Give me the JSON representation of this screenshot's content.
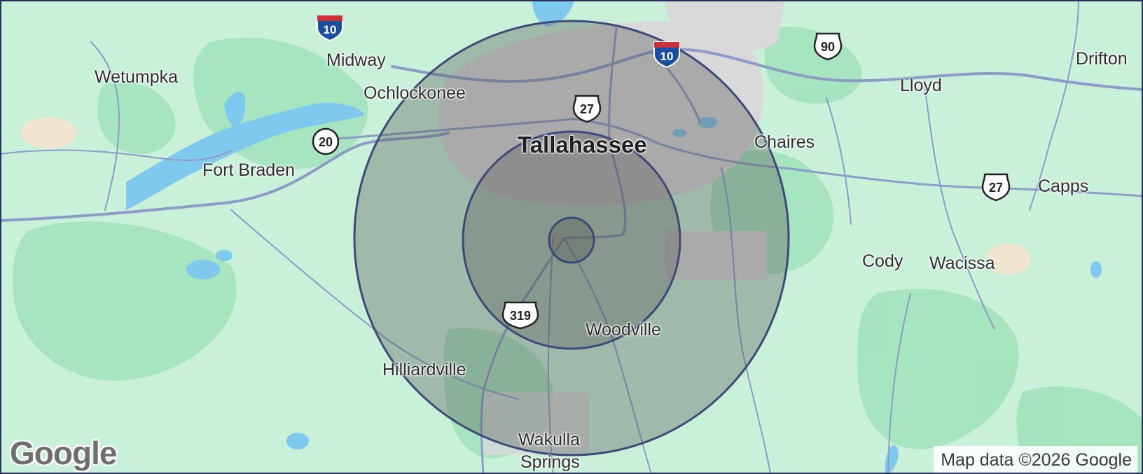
{
  "map": {
    "colors": {
      "land": "#c9f1d9",
      "forest": "#a3e3bd",
      "urban": "#d9d9d9",
      "water": "#7fc9ee",
      "road": "#8c9bc7",
      "interstate_red": "#c8323a",
      "interstate_blue": "#1a4fa0",
      "radius_fill": "#555555",
      "radius_stroke": "#3d4a78"
    },
    "places": [
      {
        "name": "Wetumpka"
      },
      {
        "name": "Midway"
      },
      {
        "name": "Ochlockonee"
      },
      {
        "name": "Fort Braden"
      },
      {
        "name": "Tallahassee"
      },
      {
        "name": "Chaires"
      },
      {
        "name": "Lloyd"
      },
      {
        "name": "Drifton"
      },
      {
        "name": "Capps"
      },
      {
        "name": "Cody"
      },
      {
        "name": "Wacissa"
      },
      {
        "name": "Woodville"
      },
      {
        "name": "Hilliardville"
      },
      {
        "name": "Wakulla"
      },
      {
        "name": "Springs"
      }
    ],
    "shields": [
      {
        "type": "interstate",
        "number": "10"
      },
      {
        "type": "interstate",
        "number": "10"
      },
      {
        "type": "us",
        "number": "27"
      },
      {
        "type": "us",
        "number": "27"
      },
      {
        "type": "us",
        "number": "90"
      },
      {
        "type": "us",
        "number": "319"
      },
      {
        "type": "state",
        "number": "20"
      }
    ],
    "logo": "Google",
    "attribution": "Map data ©2026 Google"
  }
}
